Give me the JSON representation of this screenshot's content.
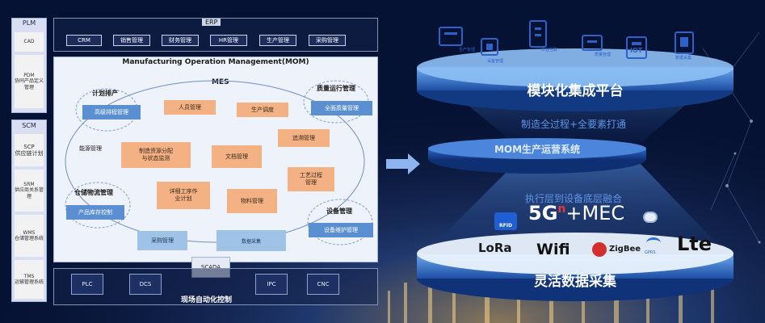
{
  "colors": {
    "background": "#061233",
    "accent": "#3f86e8",
    "mom_panel": "#eef2fa",
    "orange_box": "#f4b183",
    "blue_box": "#5a8fd1",
    "light_box": "#9ec3e6"
  },
  "erp": {
    "title": "ERP",
    "items": [
      "CRM",
      "销售管理",
      "财务管理",
      "HR管理",
      "生产管理",
      "采购管理"
    ]
  },
  "plm": {
    "title": "PLM",
    "items": [
      "CAD",
      "PDM\n协同产品定义管理"
    ]
  },
  "scm": {
    "title": "SCM",
    "items": [
      "SCP\n供应链计划",
      "SRM\n供应商关系管理",
      "WMS\n仓储管理系统",
      "TMS\n运输管理系统"
    ]
  },
  "mom": {
    "title": "Manufacturing Operation Management(MOM)",
    "mes_label": "MES",
    "groups": {
      "plan": "计划排产",
      "quality": "质量运行管理",
      "warehouse": "仓储物流管理",
      "equipment": "设备管理"
    },
    "blue": {
      "aps": "高级排程管理",
      "quality_mgmt": "全面质量管理",
      "inventory": "产品库存控制",
      "equipment_maint": "设备维护管理"
    },
    "orange": [
      "人员管理",
      "生产调度",
      "制造资源分配\n与状态监测",
      "追溯管理",
      "文档管理",
      "工艺过程\n管理",
      "详细工序作\n业计划",
      "物料管理"
    ],
    "plain": {
      "energy": "能源管理",
      "purchase": "采购管理",
      "data": "数据采集",
      "scada": "SCADA"
    }
  },
  "automation": {
    "title": "现场自动化控制",
    "items": [
      "PLC",
      "DCS",
      "IPC",
      "CNC"
    ]
  },
  "right": {
    "top_title": "模块化集成平台",
    "top_caption": "制造全过程+全要素打通",
    "mid_title": "MOM生产运营系统",
    "bottom_caption": "执行层到设备底层融合",
    "bottom_title": "灵活数据采集",
    "fiveg_main": "5G",
    "fiveg_sup": "n",
    "fiveg_rest": "+MEC",
    "rfid": "RFID",
    "lora": "LoRa",
    "wifi": "Wifi",
    "zigbee": "ZigBee",
    "gprs": "GPRS",
    "lte": "Lte",
    "module_icons": [
      "生产管理",
      "工业互联",
      "设备管理",
      "质量管理",
      "IOT",
      "数据采集"
    ]
  }
}
